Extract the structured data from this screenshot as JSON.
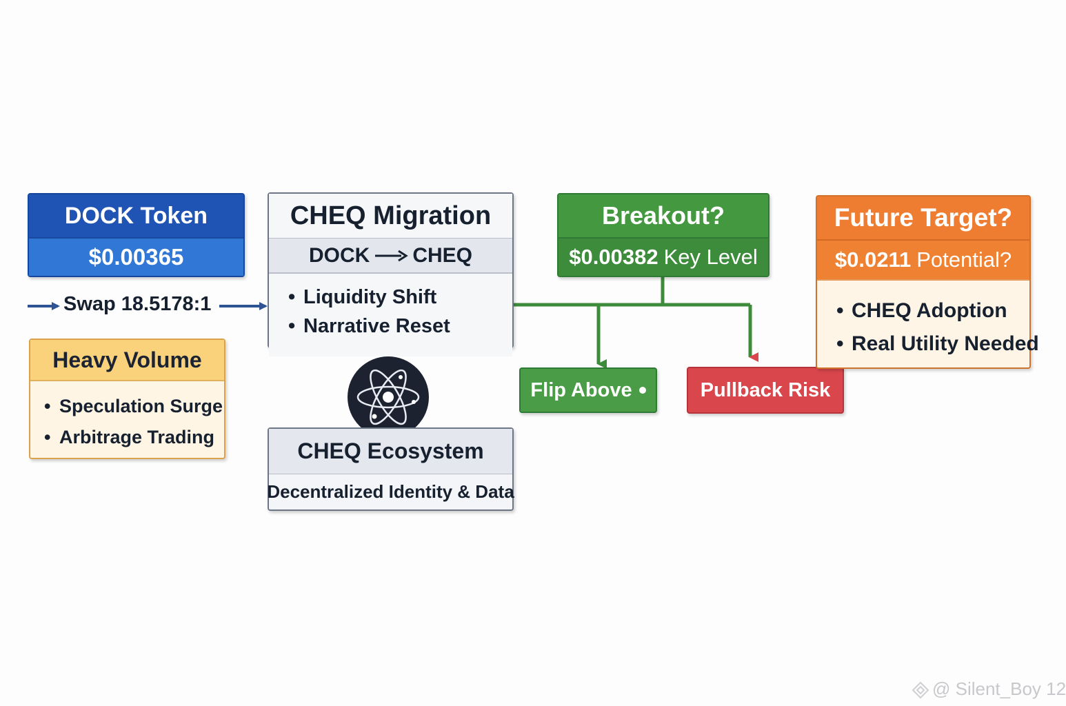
{
  "dock": {
    "title": "DOCK Token",
    "price": "$0.00365"
  },
  "swap": {
    "label": "Swap 18.5178:1"
  },
  "heavy_volume": {
    "title": "Heavy Volume",
    "bullets": [
      "Speculation Surge",
      "Arbitrage Trading"
    ]
  },
  "migration": {
    "title": "CHEQ Migration",
    "from": "DOCK",
    "to": "CHEQ",
    "bullets": [
      "Liquidity Shift",
      "Narrative Reset"
    ]
  },
  "ecosystem": {
    "title": "CHEQ Ecosystem",
    "subtitle": "Decentralized Identity & Data"
  },
  "breakout": {
    "title": "Breakout?",
    "price": "$0.00382",
    "price_suffix": "Key Level"
  },
  "flip": {
    "label": "Flip Above"
  },
  "pullback": {
    "label": "Pullback Risk"
  },
  "future": {
    "title": "Future Target?",
    "price": "$0.0211",
    "price_suffix": "Potential?",
    "bullets": [
      "CHEQ Adoption",
      "Real Utility Needed"
    ]
  },
  "watermark": {
    "text": "@ Silent_Boy 12"
  },
  "colors": {
    "blue": "#1f53b4",
    "green": "#44983f",
    "red": "#d9474d",
    "orange": "#ee7d31",
    "yellow": "#fbd27c",
    "arrow_blue": "#2f5496"
  }
}
